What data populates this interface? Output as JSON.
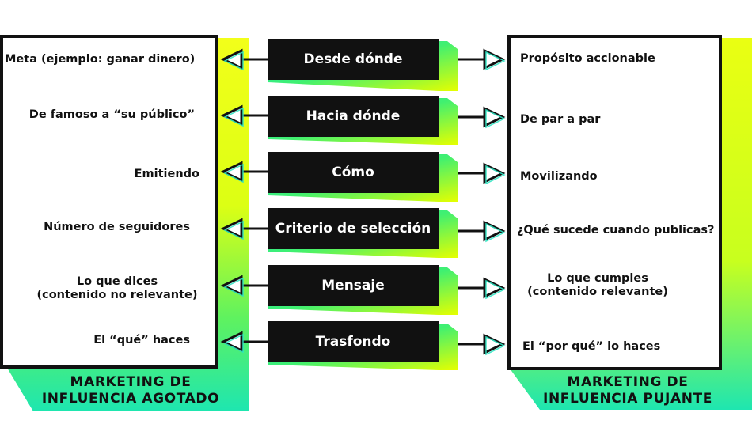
{
  "rows": [
    {
      "center": "Desde dónde",
      "left": "Meta (ejemplo: ganar dinero)",
      "right": "Propósito accionable"
    },
    {
      "center": "Hacia dónde",
      "left": "De famoso a “su público”",
      "right": "De par a par"
    },
    {
      "center": "Cómo",
      "left": "Emitiendo",
      "right": "Movilizando"
    },
    {
      "center": "Criterio de selección",
      "left": "Número de seguidores",
      "right": "¿Qué sucede cuando publicas?"
    },
    {
      "center": "Mensaje",
      "left": "Lo que dices\n(contenido no relevante)",
      "right": "Lo que cumples\n(contenido relevante)"
    },
    {
      "center": "Trasfondo",
      "left": "El “qué” haces",
      "right": "El “por qué” lo haces"
    }
  ],
  "left_panel": {
    "title": "MARKETING DE\nINFLUENCIA AGOTADO"
  },
  "right_panel": {
    "title": "MARKETING DE\nINFLUENCIA PUJANTE"
  },
  "colors": {
    "dark": "#111111",
    "lime": "#e6ff00",
    "green": "#29f08a",
    "teal": "#18e3c6",
    "white": "#ffffff"
  }
}
